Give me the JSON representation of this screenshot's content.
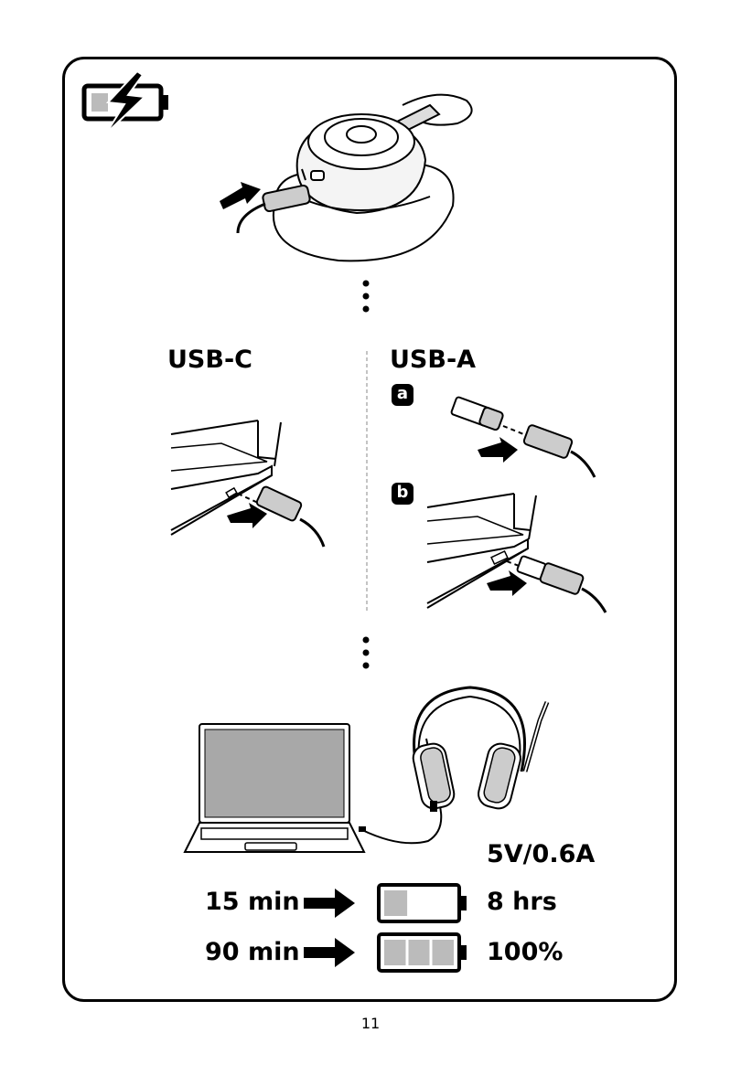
{
  "sections": {
    "usb_c": {
      "title": "USB-C"
    },
    "usb_a": {
      "title": "USB-A",
      "step_a": "a",
      "step_b": "b"
    }
  },
  "power_spec": "5V/0.6A",
  "charging": [
    {
      "time": "15 min",
      "result": "8 hrs",
      "battery_fill_fraction": 0.33
    },
    {
      "time": "90 min",
      "result": "100%",
      "battery_fill_fraction": 1.0
    }
  ],
  "page_number": "11",
  "icons": [
    "battery-charging-icon",
    "headset-earcup-illustration",
    "usb-c-laptop-illustration",
    "usb-a-adapter-illustration",
    "laptop-headset-illustration",
    "arrow-icon",
    "battery-icon"
  ]
}
